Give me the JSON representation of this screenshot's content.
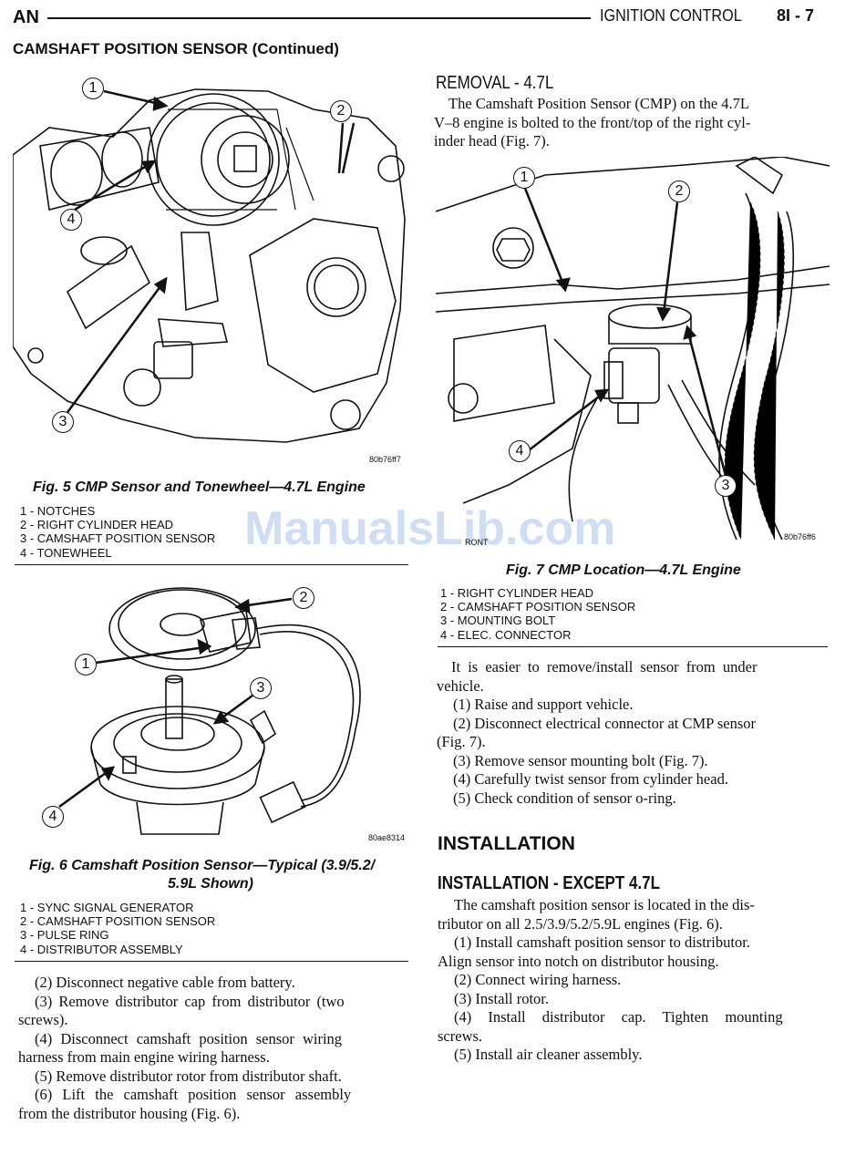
{
  "header": {
    "left": "AN",
    "section": "IGNITION CONTROL",
    "page": "8I - 7"
  },
  "page_title": "CAMSHAFT POSITION SENSOR (Continued)",
  "watermark": "ManualsLib.com",
  "fig5": {
    "code": "80b76ff7",
    "caption": "Fig. 5 CMP Sensor and Tonewheel—4.7L Engine",
    "legend": [
      "1 - NOTCHES",
      "2 - RIGHT CYLINDER HEAD",
      "3 - CAMSHAFT POSITION SENSOR",
      "4 - TONEWHEEL"
    ],
    "callouts": [
      "1",
      "2",
      "3",
      "4"
    ]
  },
  "fig6": {
    "code": "80ae8314",
    "caption_line1": "Fig. 6 Camshaft Position Sensor—Typical (3.9/5.2/",
    "caption_line2": "5.9L Shown)",
    "legend": [
      "1 - SYNC SIGNAL GENERATOR",
      "2 - CAMSHAFT POSITION SENSOR",
      "3 - PULSE RING",
      "4 - DISTRIBUTOR ASSEMBLY"
    ],
    "callouts": [
      "1",
      "2",
      "3",
      "4"
    ]
  },
  "fig7": {
    "code": "80b76ff6",
    "caption": "Fig. 7 CMP Location—4.7L Engine",
    "legend": [
      "1 - RIGHT CYLINDER HEAD",
      "2 - CAMSHAFT POSITION SENSOR",
      "3 - MOUNTING BOLT",
      "4 - ELEC. CONNECTOR"
    ],
    "callouts": [
      "1",
      "2",
      "3",
      "4"
    ],
    "partial_text": "RONT"
  },
  "left_steps": [
    "(2)  Disconnect negative cable from battery.",
    "(3)  Remove distributor cap from distributor (two",
    "screws).",
    "(4)  Disconnect camshaft position sensor wiring",
    "harness from main engine wiring harness.",
    "(5)  Remove distributor rotor from distributor shaft.",
    "(6)  Lift the camshaft position sensor assembly",
    "from the distributor housing (Fig. 6)."
  ],
  "removal_47": {
    "title": "REMOVAL - 4.7L",
    "lines": [
      "The Camshaft Position Sensor (CMP) on the 4.7L",
      "V–8 engine is bolted to the front/top of the right cyl-",
      "inder head (Fig. 7)."
    ]
  },
  "removal_steps": [
    "It is easier to remove/install sensor from under",
    "vehicle.",
    "(1)  Raise and support vehicle.",
    "(2)  Disconnect electrical connector at CMP sensor",
    "(Fig. 7).",
    "(3)  Remove sensor mounting bolt (Fig. 7).",
    "(4)  Carefully twist sensor from cylinder head.",
    "(5)  Check condition of sensor o-ring."
  ],
  "installation": {
    "title": "INSTALLATION",
    "subtitle": "INSTALLATION - EXCEPT 4.7L",
    "lines": [
      "The camshaft position sensor is located in the dis-",
      "tributor on all 2.5/3.9/5.2/5.9L engines (Fig. 6).",
      "(1)  Install camshaft position sensor to distributor.",
      "Align sensor into notch on distributor housing.",
      "(2)  Connect wiring harness.",
      "(3)  Install rotor.",
      "(4)  Install distributor cap. Tighten mounting",
      "screws.",
      "(5)  Install air cleaner assembly."
    ]
  }
}
